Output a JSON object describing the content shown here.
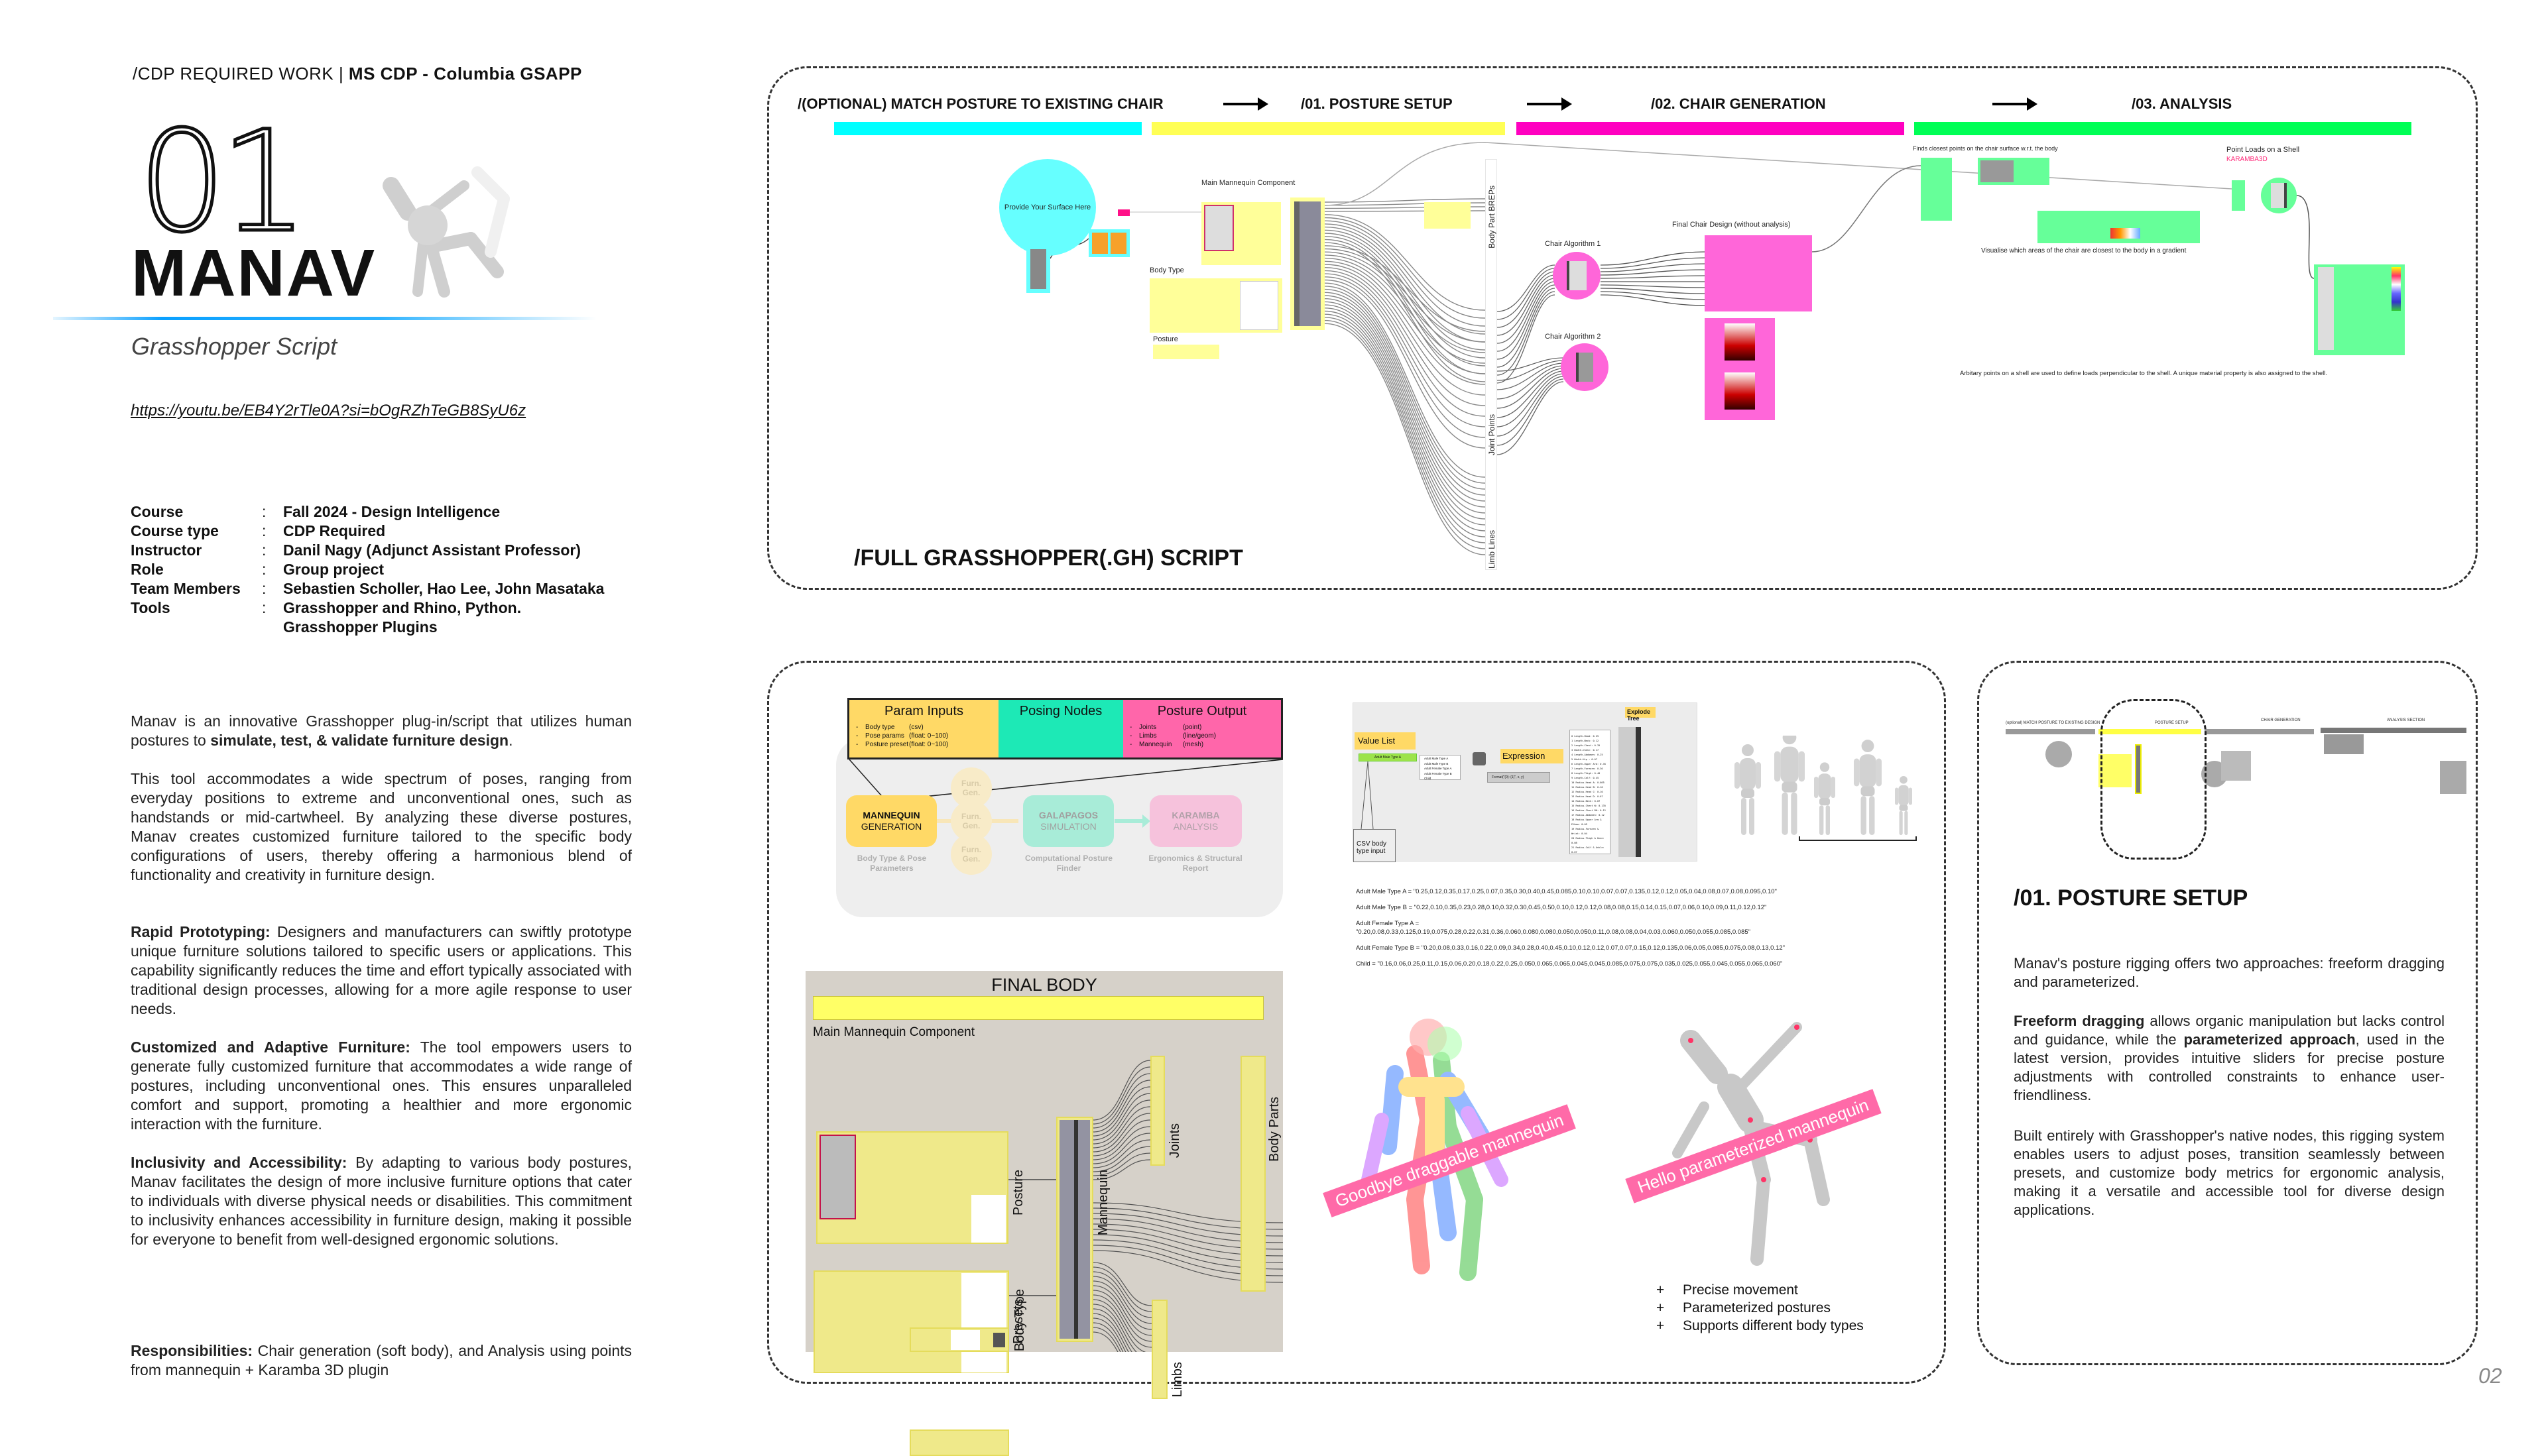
{
  "header": {
    "prefix": "/CDP REQUIRED WORK | ",
    "bold": "MS CDP - Columbia GSAPP"
  },
  "project": {
    "number": "01",
    "title": "MANAV",
    "subtitle": "Grasshopper Script",
    "url": "https://youtu.be/EB4Y2rTle0A?si=bOgRZhTeGB8SyU6z"
  },
  "info": [
    {
      "label": "Course",
      "sep": ":",
      "value": "Fall 2024 - Design Intelligence"
    },
    {
      "label": "Course type",
      "sep": ":",
      "value": "CDP Required"
    },
    {
      "label": "Instructor",
      "sep": ":",
      "value": "Danil Nagy (Adjunct Assistant Professor)"
    },
    {
      "label": "Role",
      "sep": ":",
      "value": "Group project"
    },
    {
      "label": "Team Members",
      "sep": ":",
      "value": "Sebastien Scholler, Hao Lee, John Masataka"
    },
    {
      "label": "Tools",
      "sep": ":",
      "value": "Grasshopper and Rhino, Python."
    },
    {
      "label": "",
      "sep": "",
      "value": "Grasshopper Plugins"
    }
  ],
  "description": {
    "p1": {
      "a": "Manav is an innovative Grasshopper plug-in/script that utilizes human postures to ",
      "b": "simulate, test, & validate furniture design",
      "c": "."
    },
    "p2": "This tool accommodates a wide spectrum of poses, ranging from everyday positions to extreme and unconventional ones, such as handstands or mid-cartwheel. By analyzing these diverse postures, Manav creates customized furniture tailored to the specific body configurations of users, thereby offering a harmonious blend of functionality and creativity in furniture design.",
    "p3": {
      "b": "Rapid Prototyping:",
      "t": " Designers and manufacturers can swiftly prototype unique furniture solutions tailored to specific users or applications. This capability significantly reduces the time and effort typically associated with traditional design processes, allowing for a more agile response to user needs."
    },
    "p4": {
      "b": "Customized and Adaptive Furniture:",
      "t": " The tool empowers users to generate fully customized furniture that accommodates a wide range of postures, including unconventional ones. This ensures unparalleled comfort and support, promoting a healthier and more ergonomic interaction with the furniture."
    },
    "p5": {
      "b": "Inclusivity and Accessibility:",
      "t": " By adapting to various body postures, Manav facilitates the design of more inclusive furniture options that cater to individuals with diverse physical needs or disabilities. This commitment to inclusivity enhances accessibility in furniture design, making it possible for everyone to benefit from well-designed ergonomic solutions."
    },
    "p6": {
      "b": "Responsibilities:",
      "t": "  Chair generation (soft body), and Analysis using points from mannequin + Karamba 3D plugin"
    }
  },
  "script_panel": {
    "sections": [
      "/(OPTIONAL) MATCH POSTURE TO EXISTING CHAIR",
      "/01. POSTURE SETUP",
      "/02. CHAIR GENERATION",
      "/03. ANALYSIS"
    ],
    "colors": {
      "optional": "#00ffff",
      "posture": "#ffff55",
      "chair": "#ff00c0",
      "analysis": "#00ff55"
    },
    "labels": {
      "surface": "Provide Your Surface Here",
      "main": "Main Mannequin Component",
      "body_type": "Body Type",
      "posture": "Posture",
      "breps": "Body Part BREPs",
      "joints": "Joint Points",
      "limbs": "Limb Lines",
      "algo1": "Chair Algorithm 1",
      "algo2": "Chair Algorithm 2",
      "final": "Final Chair Design (without analysis)",
      "closest": "Finds closest points on the chair surface w.r.t. the body",
      "loads": "Point Loads on a Shell",
      "karamba": "KARAMBA3D",
      "visualise": "Visualise which areas of the chair are closest to the body in a gradient",
      "arbitrary": "Arbitary points on a shell are used to define loads perpendicular to the shell. A unique material property is also assigned to the shell."
    },
    "title": "/FULL GRASSHOPPER(.GH) SCRIPT"
  },
  "workflow": {
    "param_inputs": {
      "title": "Param Inputs",
      "items": [
        {
          "name": "Body type",
          "type": "(csv)"
        },
        {
          "name": "Pose params",
          "type": "(float: 0~100)"
        },
        {
          "name": "Posture preset",
          "type": "(float: 0~100)"
        }
      ]
    },
    "posing_nodes": {
      "title": "Posing Nodes"
    },
    "posture_output": {
      "title": "Posture Output",
      "items": [
        {
          "name": "Joints",
          "type": "(point)"
        },
        {
          "name": "Limbs",
          "type": "(line/geom)"
        },
        {
          "name": "Mannequin",
          "type": "(mesh)"
        }
      ]
    },
    "nodes": [
      {
        "l1": "MANNEQUIN",
        "l2": "GENERATION",
        "caption": "Body Type & Pose Parameters",
        "color": "#ffd966"
      },
      {
        "l1": "GALAPAGOS",
        "l2": "SIMULATION",
        "caption": "Computational Posture Finder",
        "color": "#a8ecd8"
      },
      {
        "l1": "KARAMBA",
        "l2": "ANALYSIS",
        "caption": "Ergonomics & Structural Report",
        "color": "#f6c2dc"
      }
    ],
    "furn": {
      "l1": "Furn.",
      "l2": "Gen."
    }
  },
  "body_type": {
    "value_list": "Value List",
    "expression": "Expression",
    "explode": "Explode Tree",
    "csv_note": "CSV body type input",
    "selected": "Adult Male Type A",
    "options": [
      "Adult Male Type A",
      "Adult Male Type B",
      "Adult Female Type A",
      "Adult Female Type B",
      "Child"
    ],
    "expr_text": "Format(\"{0}: {1}\", x, y)",
    "panel_rows": [
      "0 Length-Head: 0.25",
      "1 Length-Neck: 0.12",
      "2 Length-Chest: 0.35",
      "3 Width-Chest: 0.17",
      "4 Length-Abdomen: 0.25",
      "5 Width-Hip : 0.07",
      "6 Length-Upper Arm: 0.35",
      "7 Length-Forearm: 0.30",
      "8 Length-Thigh: 0.40",
      "9 Length-Calf: 0.45",
      "10 Radius-Head A: 0.085",
      "11 Radius-Head B: 0.10",
      "12 Radius-Head C: 0.10",
      "13 Radius-Head D: 0.07",
      "14 Radius-Neck: 0.07",
      "15 Radius-Chest W: 0.135",
      "16 Radius-Chest BK: 0.12",
      "17 Radius-Abdomen: 0.12",
      "18 Radius-Upper Arm & Elbow: 0.05",
      "19 Radius-Forearm & Wrist: 0.04",
      "20 Radius-Thigh & Knee: 0.08",
      "21 Radius-Calf & Ankle: 0.07",
      "22 Radius-Shoulder: 0.08",
      "23 Radius-Hip: 0.095",
      "24 Radius-Groin: 0.10"
    ],
    "csv": [
      "Adult Male Type A = \"0.25,0.12,0.35,0.17,0.25,0.07,0.35,0.30,0.40,0.45,0.085,0.10,0.10,0.07,0.07,0.135,0.12,0.12,0.05,0.04,0.08,0.07,0.08,0.095,0.10\"",
      "Adult Male Type B = \"0.22,0.10,0.35,0.23,0.28,0.10,0.32,0.30,0.45,0.50,0.10,0.12,0.12,0.08,0.08,0.15,0.14,0.15,0.07,0.06,0.10,0.09,0.11,0.12,0.12\"",
      "Adult Female Type A =",
      "\"0.20,0.08,0.33,0.125,0.19,0.075,0.28,0.22,0.31,0.36,0.060,0.080,0.080,0.050,0.050,0.11,0.08,0.08,0.04,0.03,0.060,0.050,0.055,0.085,0.085\"",
      "Adult Female Type B = \"0.20,0.08,0.33,0.16,0.22,0.09,0.34,0.28,0.40,0.45,0.10,0.12,0.12,0.07,0.07,0.15,0.12,0.135,0.06,0.05,0.085,0.075,0.08,0.13,0.12\"",
      "Child = \"0.16,0.06,0.25,0.11,0.15,0.06,0.20,0.18,0.22,0.25,0.050,0.065,0.065,0.045,0.045,0.085,0.075,0.075,0.035,0.025,0.055,0.045,0.055,0.065,0.060\""
    ]
  },
  "final_body": {
    "title": "FINAL BODY",
    "main": "Main Mannequin Component",
    "posture": "Posture",
    "body_type": "Body Type",
    "presets": "Presets",
    "mannequin": "Mannequin",
    "joints": "Joints",
    "body_parts": "Body Parts",
    "limbs": "Limbs"
  },
  "mannequins": {
    "old": "Goodbye draggable mannequin",
    "new": "Hello parameterized mannequin"
  },
  "features": [
    {
      "mark": "+",
      "text": "Precise movement"
    },
    {
      "mark": "+",
      "text": "Parameterized postures"
    },
    {
      "mark": "+",
      "text": "Supports different body types"
    }
  ],
  "posture_setup": {
    "mini_sections": [
      "(optional) MATCH POSTURE TO EXISTING DESIGN",
      "POSTURE SETUP",
      "CHAIR GENERATION",
      "ANALYSIS SECTION"
    ],
    "title": "/01. POSTURE SETUP",
    "p1": "Manav's posture rigging offers two approaches: freeform dragging and parameterized.",
    "p2": {
      "b1": "Freeform dragging",
      "t1": " allows organic manipulation but lacks control and guidance, while the ",
      "b2": "parameterized approach",
      "t2": ", used in the latest version, provides intuitive sliders for precise posture adjustments with controlled constraints to enhance user-friendliness."
    },
    "p3": "Built entirely with Grasshopper's native nodes, this rigging system enables users to adjust poses, transition seamlessly between presets, and customize body metrics for ergonomic analysis, making it a versatile and accessible tool for diverse design applications."
  },
  "page_number": "02"
}
